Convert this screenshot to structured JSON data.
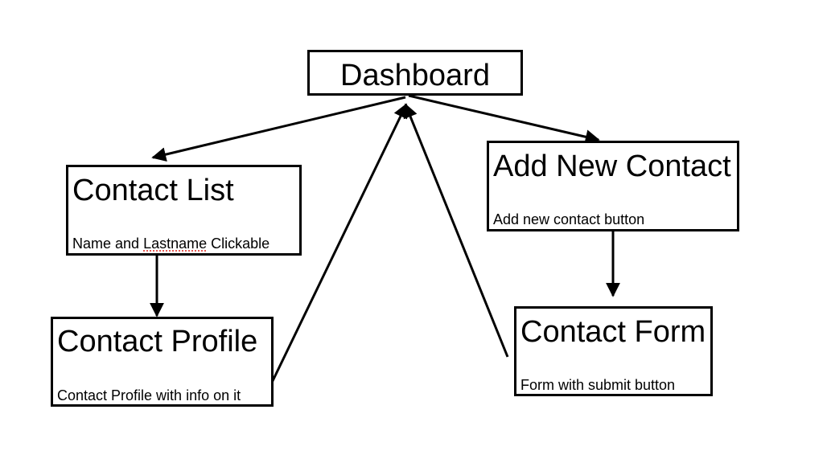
{
  "nodes": {
    "dashboard": {
      "title": "Dashboard"
    },
    "contact_list": {
      "title": "Contact List",
      "desc_a": "Name and ",
      "desc_b": "Lastname",
      "desc_c": " Clickable"
    },
    "add_contact": {
      "title": "Add New Contact",
      "desc": "Add new contact button"
    },
    "contact_profile": {
      "title": "Contact Profile",
      "desc": "Contact Profile with info on it"
    },
    "contact_form": {
      "title": "Contact Form",
      "desc": "Form with submit button"
    }
  },
  "edges": [
    {
      "from": "dashboard",
      "to": "contact_list"
    },
    {
      "from": "dashboard",
      "to": "add_contact"
    },
    {
      "from": "contact_list",
      "to": "contact_profile"
    },
    {
      "from": "add_contact",
      "to": "contact_form"
    },
    {
      "from": "contact_profile",
      "to": "dashboard"
    },
    {
      "from": "contact_form",
      "to": "dashboard"
    }
  ],
  "colors": {
    "stroke": "#000000",
    "spellcheck": "#e0423a"
  }
}
